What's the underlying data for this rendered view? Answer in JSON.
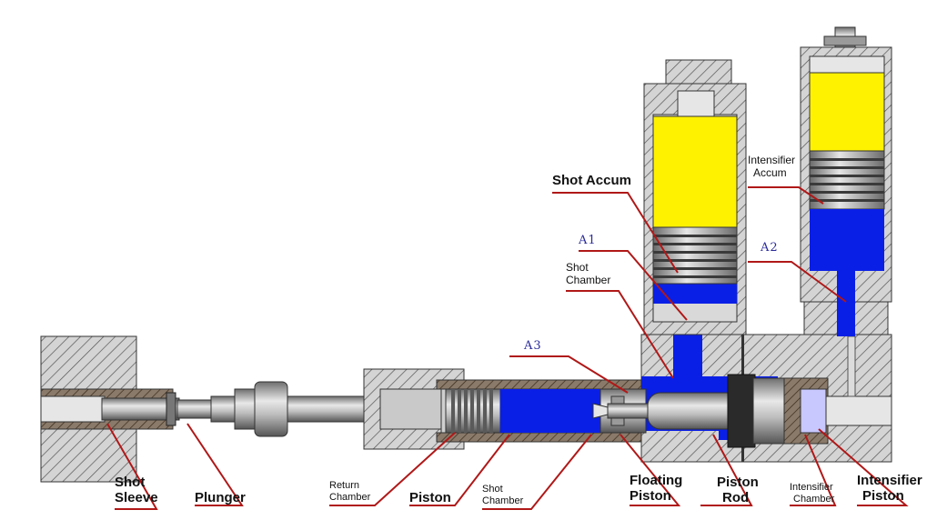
{
  "colors": {
    "oil": "#0a1fe6",
    "gas": "#fff200",
    "metal": "#a6a6a6",
    "metal_light": "#d9d9d9",
    "leader": "#b01818",
    "hatch_bg": "#d0d0d0"
  },
  "labels": {
    "shot_accum": "Shot Accum",
    "intensifier_accum_1": "Intensifier",
    "intensifier_accum_2": "Accum",
    "a1": "A1",
    "a2": "A2",
    "a3": "A3",
    "shot_chamber_upper_1": "Shot",
    "shot_chamber_upper_2": "Chamber",
    "shot_sleeve_1": "Shot",
    "shot_sleeve_2": "Sleeve",
    "plunger": "Plunger",
    "return_chamber_1": "Return",
    "return_chamber_2": "Chamber",
    "piston": "Piston",
    "shot_chamber_lower_1": "Shot",
    "shot_chamber_lower_2": "Chamber",
    "floating_piston_1": "Floating",
    "floating_piston_2": "Piston",
    "piston_rod_1": "Piston",
    "piston_rod_2": "Rod",
    "intensifier_chamber_1": "Intensifier",
    "intensifier_chamber_2": "Chamber",
    "intensifier_piston_1": "Intensifier",
    "intensifier_piston_2": "Piston"
  }
}
